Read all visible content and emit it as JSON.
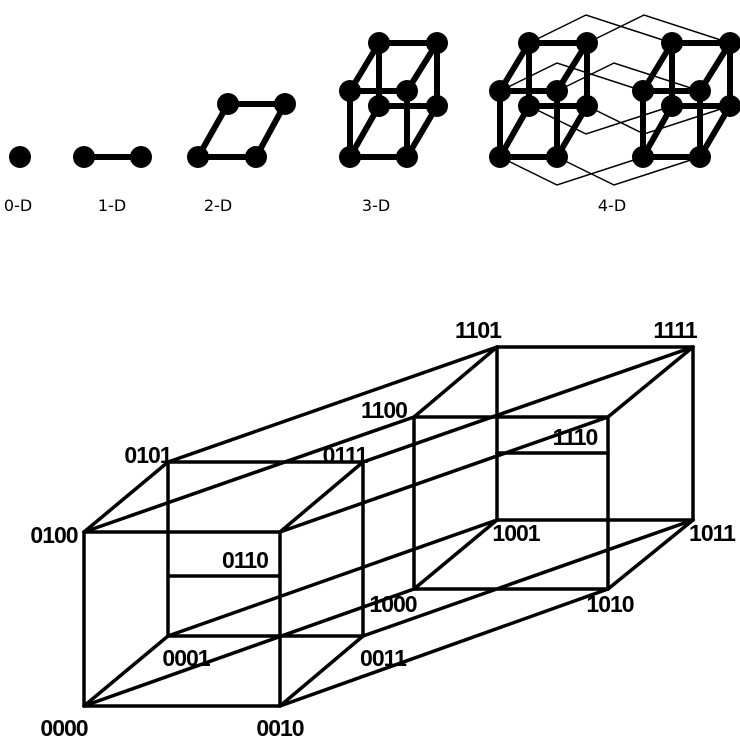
{
  "colors": {
    "ink": "#000000",
    "background": "#ffffff"
  },
  "dimensions": {
    "d0": "0-D",
    "d1": "1-D",
    "d2": "2-D",
    "d3": "3-D",
    "d4": "4-D"
  },
  "tesseract_labels": {
    "v0000": "0000",
    "v0001": "0001",
    "v0010": "0010",
    "v0011": "0011",
    "v0100": "0100",
    "v0101": "0101",
    "v0110": "0110",
    "v0111": "0111",
    "v1000": "1000",
    "v1001": "1001",
    "v1010": "1010",
    "v1011": "1011",
    "v1100": "1100",
    "v1101": "1101",
    "v1110": "1110",
    "v1111": "1111"
  }
}
